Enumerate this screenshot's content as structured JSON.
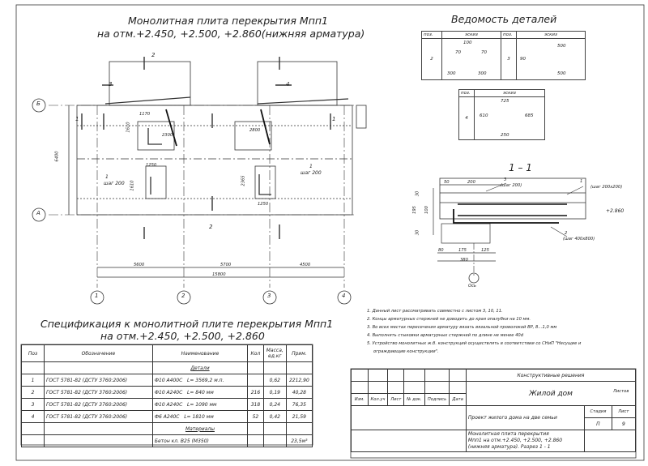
{
  "plan": {
    "title_line1": "Монолитная плита перекрытия Мпп1",
    "title_line2": "на отм.+2.450, +2.500, +2.860(нижняя арматура)",
    "axis_rows": [
      "Б",
      "А"
    ],
    "axis_cols": [
      "1",
      "2",
      "3",
      "4"
    ],
    "dim_spans": [
      "5600",
      "5700",
      "4500"
    ],
    "dim_total": "15800",
    "dim_height": "6400",
    "section_marks": [
      "1",
      "2",
      "3",
      "4"
    ],
    "labels": {
      "shag1": "шаг 200",
      "shag2": "шаг 200",
      "d2300": "2300",
      "d2800": "2800",
      "d1170": "1170",
      "d1610": "1610",
      "d1250a": "1250",
      "d1250b": "1250",
      "d1610b": "1610",
      "d2365": "2365",
      "n1a": "1",
      "n1b": "1",
      "n2": "2"
    }
  },
  "vedomost": {
    "title": "Ведомость деталей",
    "header_pos": "поз.",
    "header_sketch": "эскиз",
    "items": [
      {
        "pos": "2",
        "dims": [
          "100",
          "70",
          "70",
          "300",
          "300"
        ]
      },
      {
        "pos": "3",
        "dims": [
          "500",
          "90",
          "500"
        ]
      },
      {
        "pos": "4",
        "dims": [
          "725",
          "610",
          "685",
          "250"
        ]
      }
    ]
  },
  "section": {
    "title": "1 – 1",
    "dims_top": [
      "50",
      "200"
    ],
    "dims_left": [
      "30",
      "195",
      "100",
      "30"
    ],
    "dims_bottom": [
      "80",
      "175",
      "125"
    ],
    "dim_total": "380",
    "axis_label": "Ось",
    "callout1": "1",
    "callout1_note": "(шаг 200х200)",
    "callout3": "3",
    "callout3_note": "(шаг 200)",
    "callout2": "2",
    "callout2_note": "(шаг 400х800)",
    "level": "+2.860"
  },
  "notes": [
    "1. Данный лист рассматривать совместно с листом  3, 10, 11.",
    "2. Концы арматурных стержней не доводить до края опалубки на 10 мм.",
    "3. Во всех местах пересечения арматуру вязать вязальной проволокой ВР, 8…1,0 мм",
    "4. Выполнять стыковки арматурных стержней по длине не менее 40d",
    "5. Устройство монолитных ж.б. конструкций осуществлять в соответствии со СНиП \"Несущие и",
    "ограждающие конструкции\"."
  ],
  "spec": {
    "title_line1": "Спецификация к монолитной плите перекрытия Мпп1",
    "title_line2": "на отм.+2.450, +2.500, +2.860",
    "headers": [
      "Поз",
      "Обозначение",
      "Наименование",
      "Кол",
      "Масса, ед.кг",
      "Прим."
    ],
    "section_details": "Детали",
    "rows": [
      {
        "pos": "1",
        "doc": "ГОСТ 5781-82 (ДСТУ 3760:2006)",
        "name": "Ф10 А400С",
        "len": "L= 3569,2 м.п.",
        "qty": "",
        "mass": "0,62",
        "note": "2212,90"
      },
      {
        "pos": "2",
        "doc": "ГОСТ 5781-82 (ДСТУ 3760:2006)",
        "name": "Ф10 А240С",
        "len": "L=  840   мм",
        "qty": "216",
        "mass": "0,19",
        "note": "40,28"
      },
      {
        "pos": "3",
        "doc": "ГОСТ 5781-82 (ДСТУ 3760:2006)",
        "name": "Ф10 А240С",
        "len": "L=  1090   мм",
        "qty": "318",
        "mass": "0,24",
        "note": "76,35"
      },
      {
        "pos": "4",
        "doc": "ГОСТ 5781-82 (ДСТУ 3760:2006)",
        "name": "Ф6 А240С",
        "len": "L=  1810   мм",
        "qty": "52",
        "mass": "0,42",
        "note": "21,59"
      }
    ],
    "section_materials": "Материалы",
    "material": "Бетон кл. В25 (М350)",
    "material_note": "23,5м³"
  },
  "stamp": {
    "org": "Конструктивные решения",
    "object": "Жилой дом",
    "project": "Проект жилого дома на две семьи",
    "sheet_title": "Монолитная плита перекрытия Мпп1 на отм.+2.450, +2.500, +2.860 (нижняя арматура). Разрез  1 - 1",
    "sheet_title_l1": "Монолитная плита перекрытия",
    "sheet_title_l2": "Мпп1 на отм.+2.450, +2.500, +2.860",
    "sheet_title_l3": "(нижняя арматура). Разрез  1 - 1",
    "cols": [
      "Изм.",
      "Кол.уч",
      "Лист",
      "№ док.",
      "Подпись",
      "Дата"
    ],
    "stage_h": "Стадия",
    "sheet_h": "Лист",
    "sheets_h": "Листов",
    "stage": "П",
    "sheet": "9"
  }
}
